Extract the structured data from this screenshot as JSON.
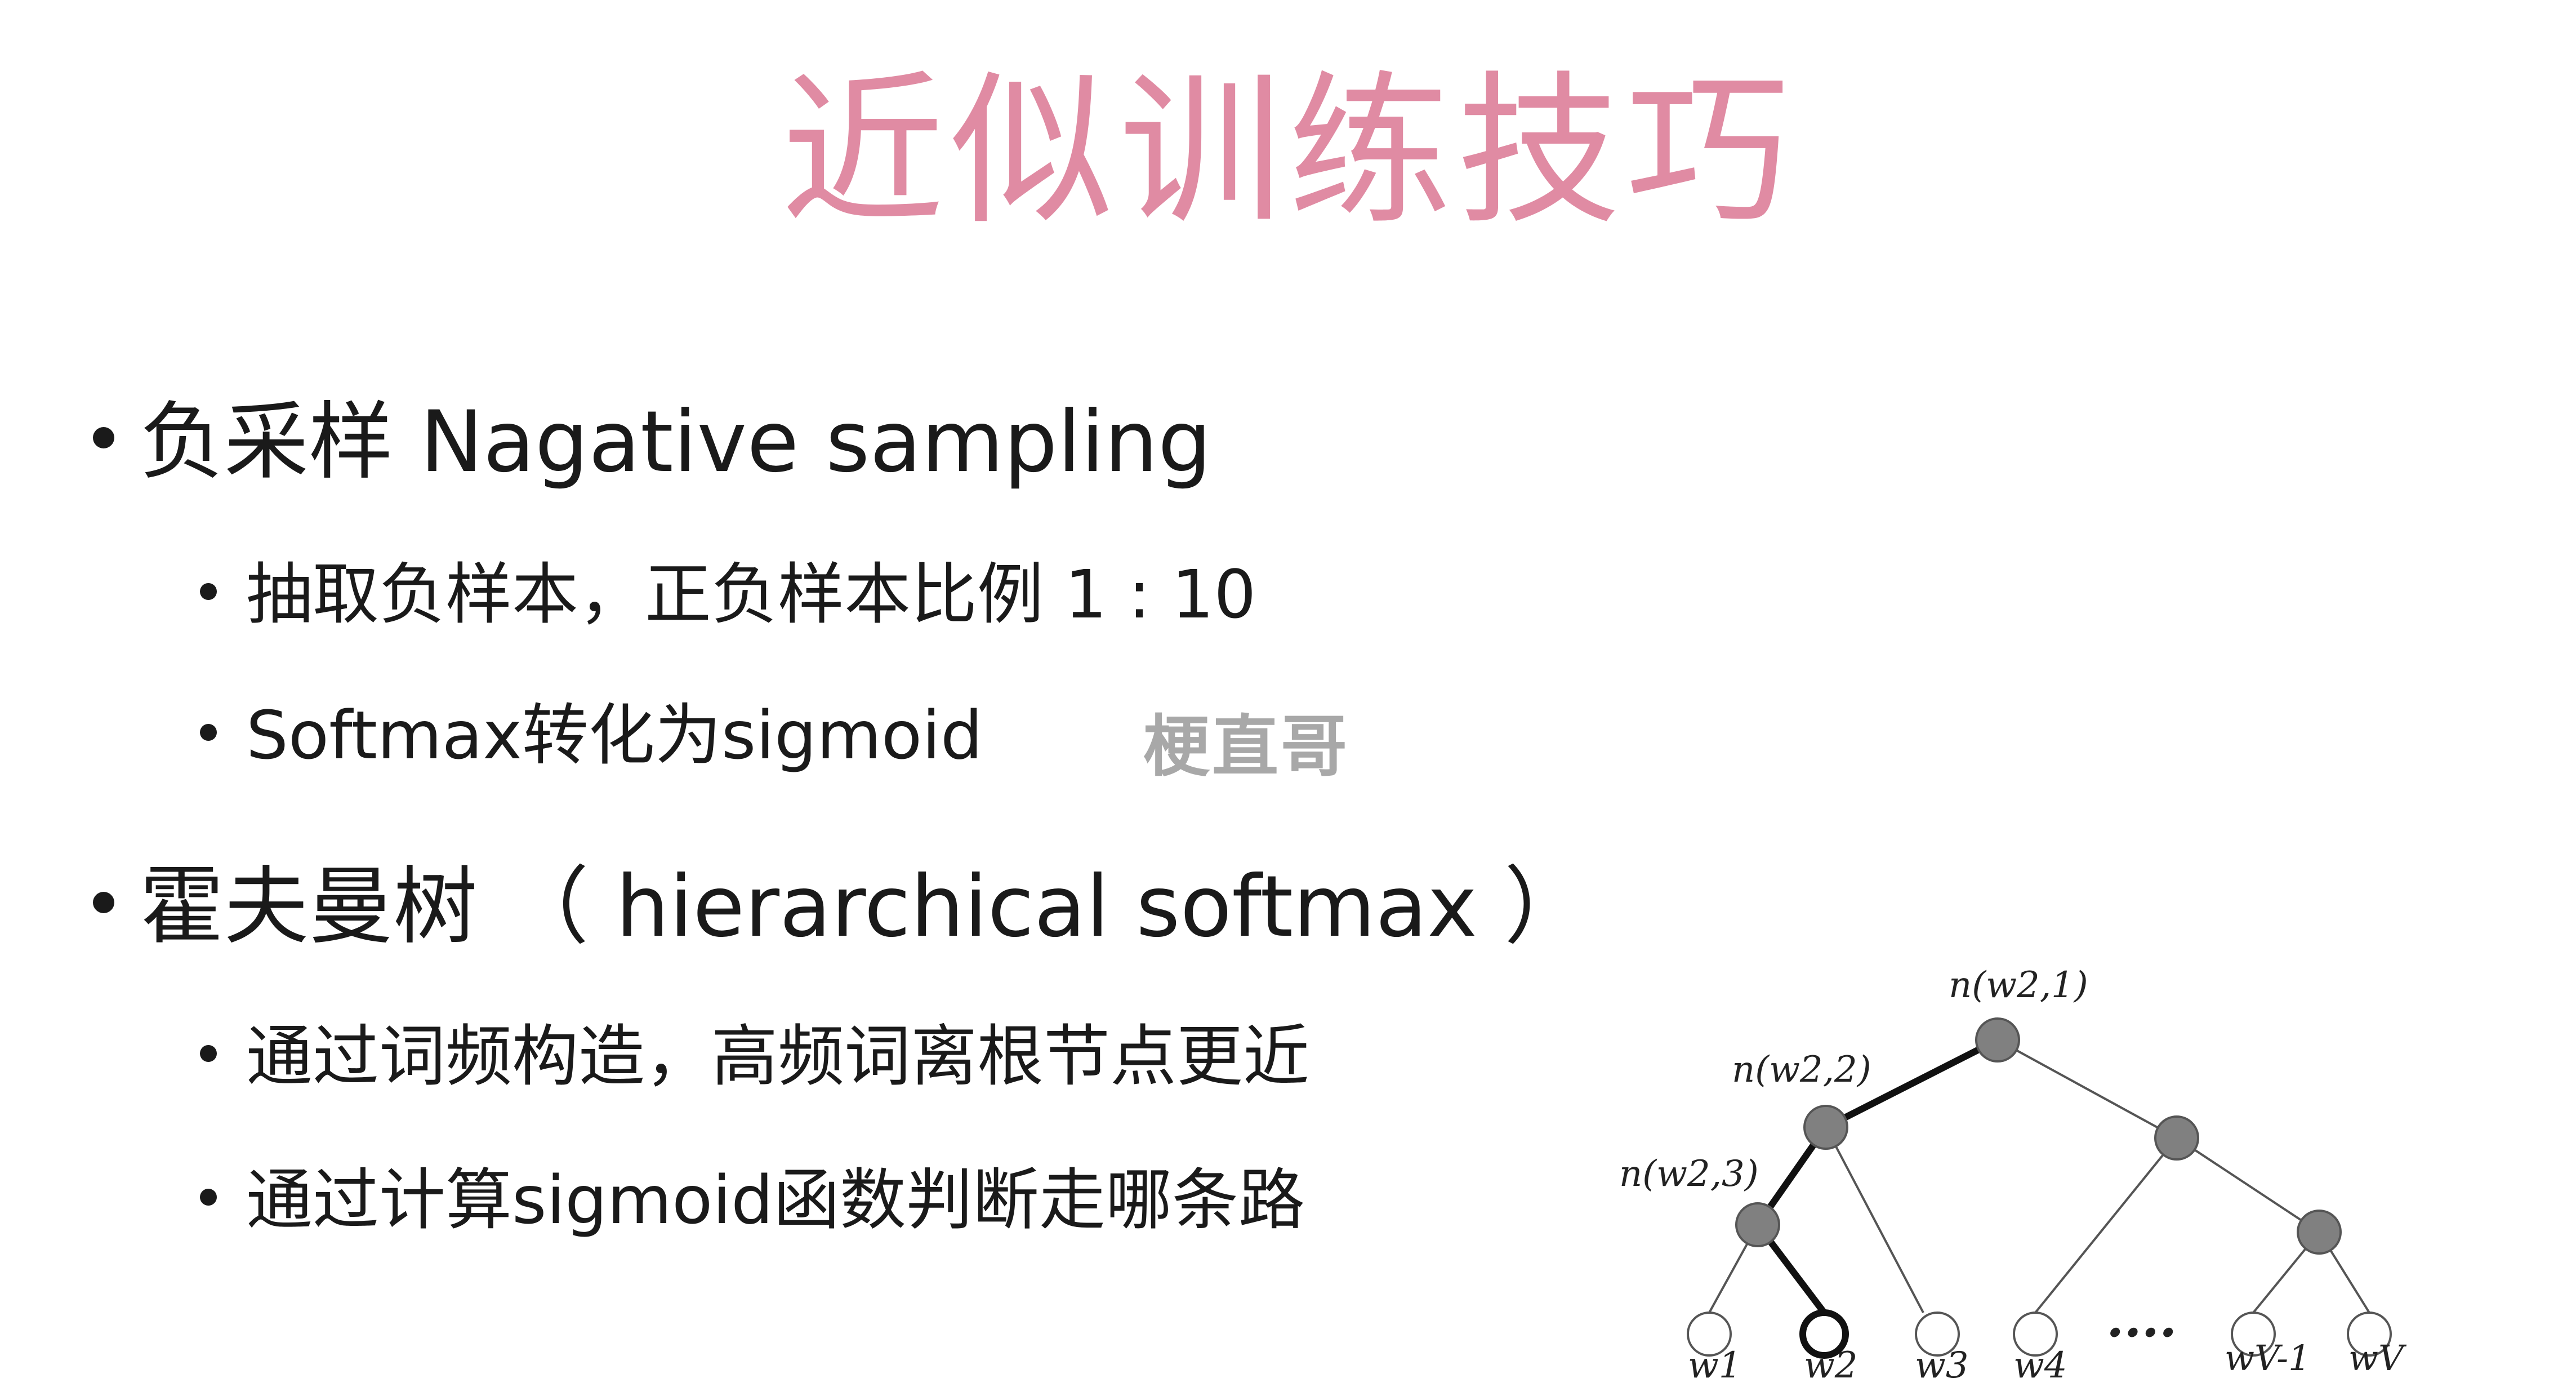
{
  "title": "近似训练技巧",
  "bullets": [
    {
      "text": "负采样 Nagative sampling",
      "children": [
        "抽取负样本，正负样本比例 1 : 10",
        "Softmax转化为sigmoid"
      ]
    },
    {
      "text": "霍夫曼树 （ hierarchical softmax ）",
      "children": [
        "通过词频构造，高频词离根节点更近",
        "通过计算sigmoid函数判断走哪条路"
      ]
    }
  ],
  "watermark": "梗直哥",
  "tree": {
    "node_labels": {
      "root": "n(w2,1)",
      "level2": "n(w2,2)",
      "level3": "n(w2,3)"
    },
    "leaves": [
      "w1",
      "w2",
      "w3",
      "w4",
      "....",
      "wV-1",
      "wV"
    ]
  }
}
